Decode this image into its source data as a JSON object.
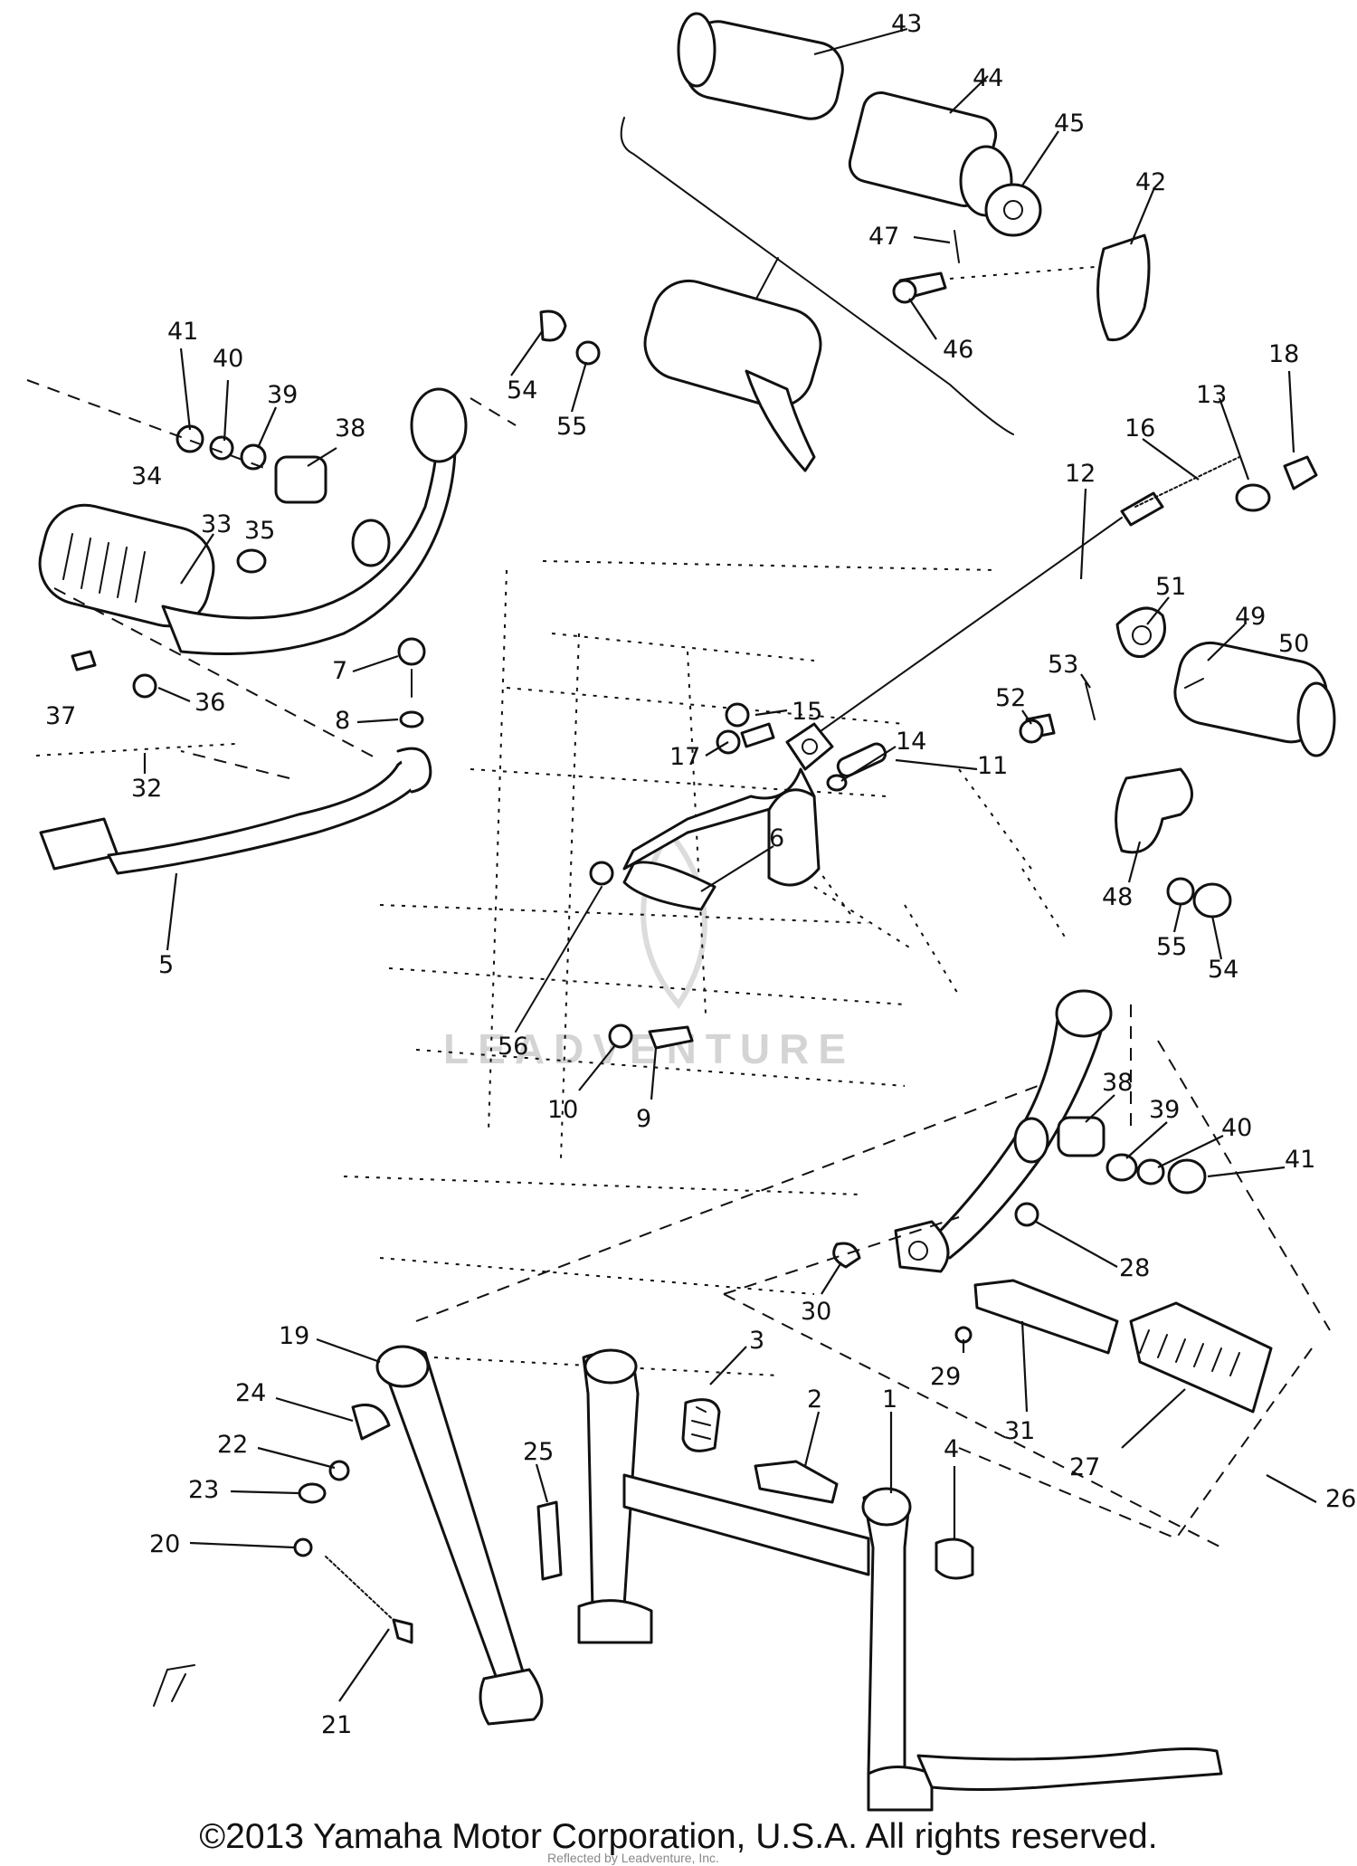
{
  "diagram": {
    "watermark": "LEADVENTURE",
    "footer_small": "Reflected by Leadventure, Inc.",
    "copyright": "©2013 Yamaha Motor Corporation, U.S.A. All rights reserved.",
    "callouts": [
      {
        "id": "43",
        "label": "43"
      },
      {
        "id": "44",
        "label": "44"
      },
      {
        "id": "45",
        "label": "45"
      },
      {
        "id": "42",
        "label": "42"
      },
      {
        "id": "47",
        "label": "47"
      },
      {
        "id": "46",
        "label": "46"
      },
      {
        "id": "18",
        "label": "18"
      },
      {
        "id": "13",
        "label": "13"
      },
      {
        "id": "16",
        "label": "16"
      },
      {
        "id": "12",
        "label": "12"
      },
      {
        "id": "51",
        "label": "51"
      },
      {
        "id": "49",
        "label": "49"
      },
      {
        "id": "50",
        "label": "50"
      },
      {
        "id": "54a",
        "label": "54"
      },
      {
        "id": "55a",
        "label": "55"
      },
      {
        "id": "41a",
        "label": "41"
      },
      {
        "id": "40a",
        "label": "40"
      },
      {
        "id": "39a",
        "label": "39"
      },
      {
        "id": "38a",
        "label": "38"
      },
      {
        "id": "34",
        "label": "34"
      },
      {
        "id": "33",
        "label": "33"
      },
      {
        "id": "35",
        "label": "35"
      },
      {
        "id": "37",
        "label": "37"
      },
      {
        "id": "36",
        "label": "36"
      },
      {
        "id": "7",
        "label": "7"
      },
      {
        "id": "8",
        "label": "8"
      },
      {
        "id": "32",
        "label": "32"
      },
      {
        "id": "5",
        "label": "5"
      },
      {
        "id": "15",
        "label": "15"
      },
      {
        "id": "17",
        "label": "17"
      },
      {
        "id": "14",
        "label": "14"
      },
      {
        "id": "11",
        "label": "11"
      },
      {
        "id": "53",
        "label": "53"
      },
      {
        "id": "52",
        "label": "52"
      },
      {
        "id": "48",
        "label": "48"
      },
      {
        "id": "55b",
        "label": "55"
      },
      {
        "id": "54b",
        "label": "54"
      },
      {
        "id": "6",
        "label": "6"
      },
      {
        "id": "56",
        "label": "56"
      },
      {
        "id": "10",
        "label": "10"
      },
      {
        "id": "9",
        "label": "9"
      },
      {
        "id": "38b",
        "label": "38"
      },
      {
        "id": "39b",
        "label": "39"
      },
      {
        "id": "40b",
        "label": "40"
      },
      {
        "id": "41b",
        "label": "41"
      },
      {
        "id": "28",
        "label": "28"
      },
      {
        "id": "30",
        "label": "30"
      },
      {
        "id": "3",
        "label": "3"
      },
      {
        "id": "2",
        "label": "2"
      },
      {
        "id": "1",
        "label": "1"
      },
      {
        "id": "29",
        "label": "29"
      },
      {
        "id": "31",
        "label": "31"
      },
      {
        "id": "27",
        "label": "27"
      },
      {
        "id": "26",
        "label": "26"
      },
      {
        "id": "4",
        "label": "4"
      },
      {
        "id": "19",
        "label": "19"
      },
      {
        "id": "24",
        "label": "24"
      },
      {
        "id": "22",
        "label": "22"
      },
      {
        "id": "23",
        "label": "23"
      },
      {
        "id": "25",
        "label": "25"
      },
      {
        "id": "20",
        "label": "20"
      },
      {
        "id": "21",
        "label": "21"
      }
    ]
  }
}
